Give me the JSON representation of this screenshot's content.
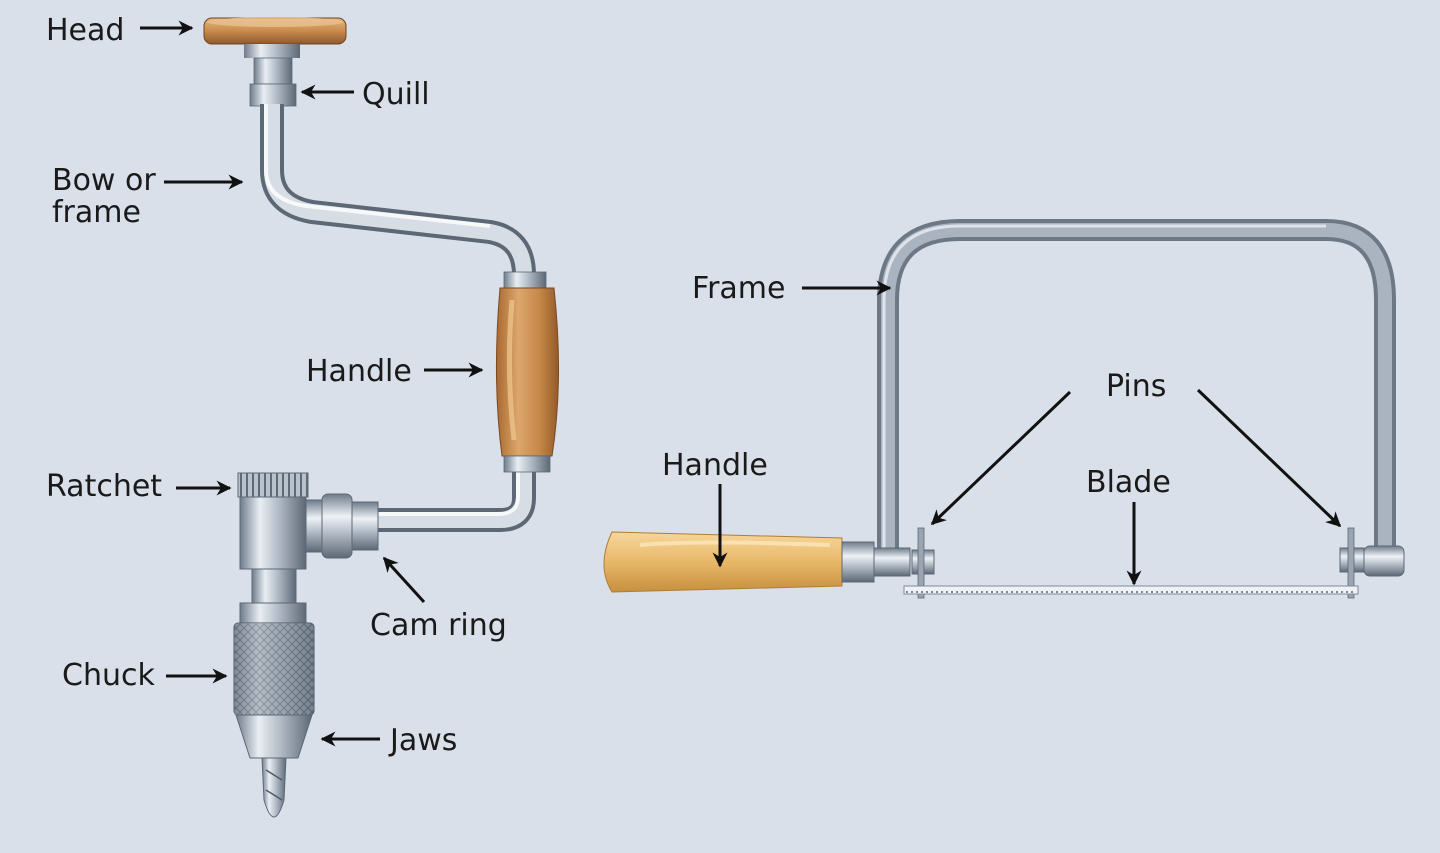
{
  "labels": {
    "head": "Head",
    "quill": "Quill",
    "bow_line1": "Bow or",
    "bow_line2": "frame",
    "brace_handle": "Handle",
    "ratchet": "Ratchet",
    "cam_ring": "Cam ring",
    "chuck": "Chuck",
    "jaws": "Jaws",
    "saw_frame": "Frame",
    "pins": "Pins",
    "saw_handle": "Handle",
    "blade": "Blade"
  }
}
